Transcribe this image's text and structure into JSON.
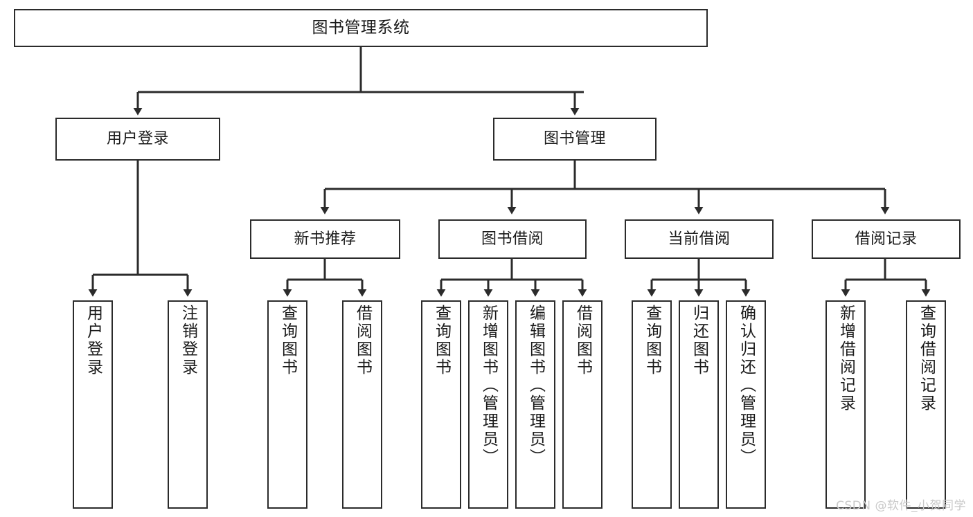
{
  "diagram": {
    "type": "tree",
    "title": "图书管理系统",
    "watermark": "CSDN @软件_小贺同学",
    "colors": {
      "background": "#ffffff",
      "border": "#2b2b2b",
      "text": "#1a1a1a",
      "edge": "#2b2b2b",
      "watermark": "#c9c9c9"
    },
    "nodes": {
      "root": {
        "label": "图书管理系统"
      },
      "level1": [
        {
          "id": "user-login",
          "label": "用户登录"
        },
        {
          "id": "book-manage",
          "label": "图书管理"
        }
      ],
      "level2": [
        {
          "id": "new-book-rec",
          "label": "新书推荐"
        },
        {
          "id": "book-borrow",
          "label": "图书借阅"
        },
        {
          "id": "current-borrow",
          "label": "当前借阅"
        },
        {
          "id": "borrow-record",
          "label": "借阅记录"
        }
      ],
      "leaves": {
        "user-login": [
          {
            "id": "leaf-user-login",
            "label": "用户登录"
          },
          {
            "id": "leaf-logout-login",
            "label": "注销登录"
          }
        ],
        "new-book-rec": [
          {
            "id": "leaf-query-book-1",
            "label": "查询图书"
          },
          {
            "id": "leaf-borrow-book-1",
            "label": "借阅图书"
          }
        ],
        "book-borrow": [
          {
            "id": "leaf-query-book-2",
            "label": "查询图书"
          },
          {
            "id": "leaf-add-book-admin",
            "label": "新增图书（管理员）"
          },
          {
            "id": "leaf-edit-book-admin",
            "label": "编辑图书（管理员）"
          },
          {
            "id": "leaf-borrow-book-2",
            "label": "借阅图书"
          }
        ],
        "current-borrow": [
          {
            "id": "leaf-query-book-3",
            "label": "查询图书"
          },
          {
            "id": "leaf-return-book",
            "label": "归还图书"
          },
          {
            "id": "leaf-confirm-return-admin",
            "label": "确认归还（管理员）"
          }
        ],
        "borrow-record": [
          {
            "id": "leaf-add-borrow-record",
            "label": "新增借阅记录"
          },
          {
            "id": "leaf-query-borrow-record",
            "label": "查询借阅记录"
          }
        ]
      }
    }
  }
}
